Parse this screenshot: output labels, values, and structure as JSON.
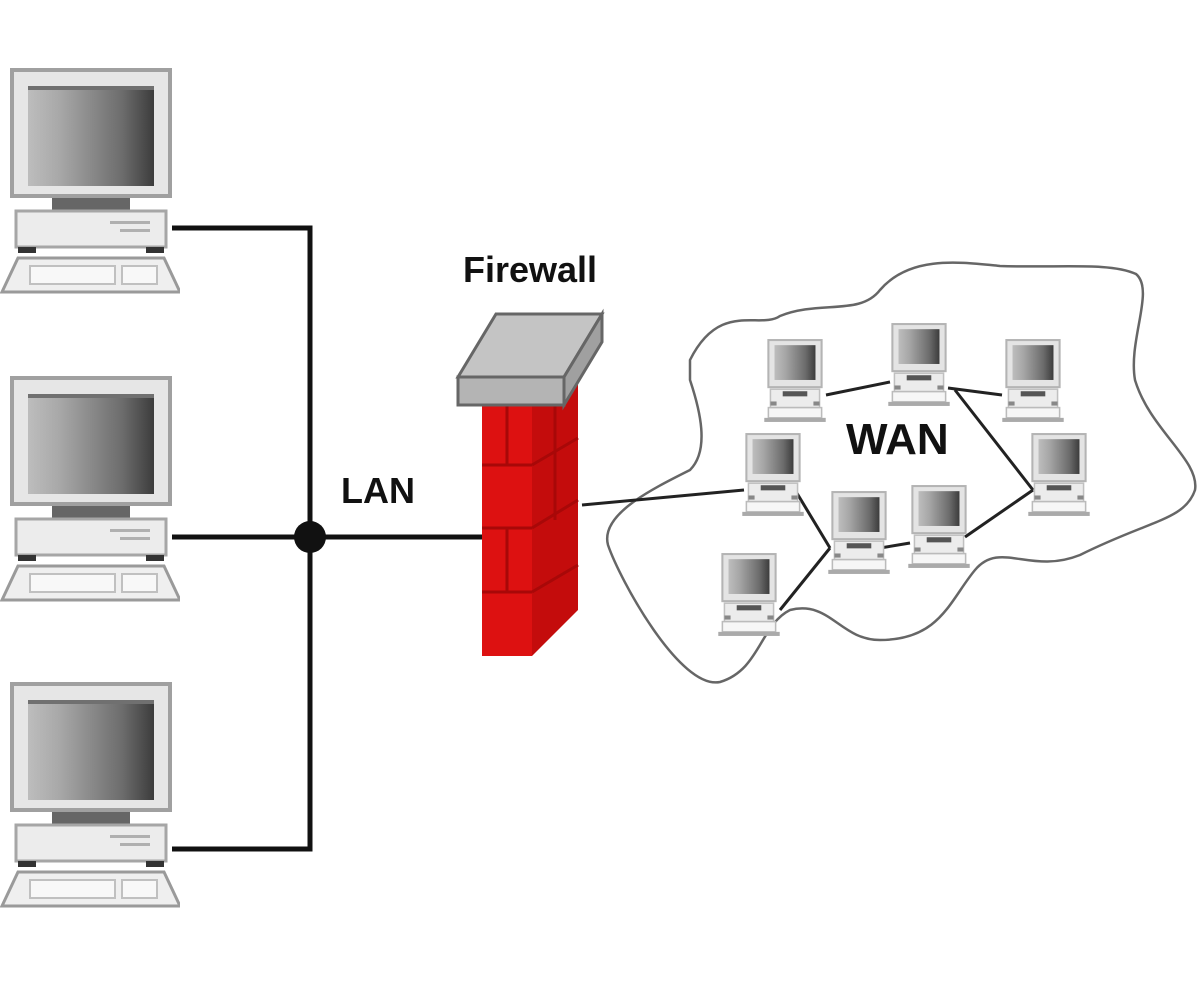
{
  "diagram": {
    "type": "network-topology",
    "labels": {
      "firewall": "Firewall",
      "lan": "LAN",
      "wan": "WAN"
    },
    "colors": {
      "background": "#ffffff",
      "wire": "#111111",
      "firewall_brick": "#dd1111",
      "firewall_brick_dark": "#a80808",
      "firewall_cap": "#b8b8b8",
      "cloud_outline": "#666666"
    },
    "lan_computers": [
      {
        "id": "lan-pc-1"
      },
      {
        "id": "lan-pc-2"
      },
      {
        "id": "lan-pc-3"
      }
    ],
    "wan_computers": [
      {
        "id": "wan-pc-1"
      },
      {
        "id": "wan-pc-2"
      },
      {
        "id": "wan-pc-3"
      },
      {
        "id": "wan-pc-4"
      },
      {
        "id": "wan-pc-5"
      },
      {
        "id": "wan-pc-6"
      },
      {
        "id": "wan-pc-7"
      },
      {
        "id": "wan-pc-8"
      }
    ],
    "connections": [
      {
        "from": "lan-pc-1",
        "to": "lan-hub"
      },
      {
        "from": "lan-pc-2",
        "to": "lan-hub"
      },
      {
        "from": "lan-pc-3",
        "to": "lan-hub"
      },
      {
        "from": "lan-hub",
        "to": "firewall"
      },
      {
        "from": "firewall",
        "to": "wan-pc-4"
      },
      {
        "from": "wan-pc-1",
        "to": "wan-pc-2"
      },
      {
        "from": "wan-pc-2",
        "to": "wan-pc-3"
      },
      {
        "from": "wan-pc-2",
        "to": "wan-pc-5"
      },
      {
        "from": "wan-pc-4",
        "to": "wan-pc-6"
      },
      {
        "from": "wan-pc-6",
        "to": "wan-pc-7"
      },
      {
        "from": "wan-pc-7",
        "to": "wan-pc-5"
      },
      {
        "from": "wan-pc-8",
        "to": "wan-pc-6"
      }
    ]
  }
}
